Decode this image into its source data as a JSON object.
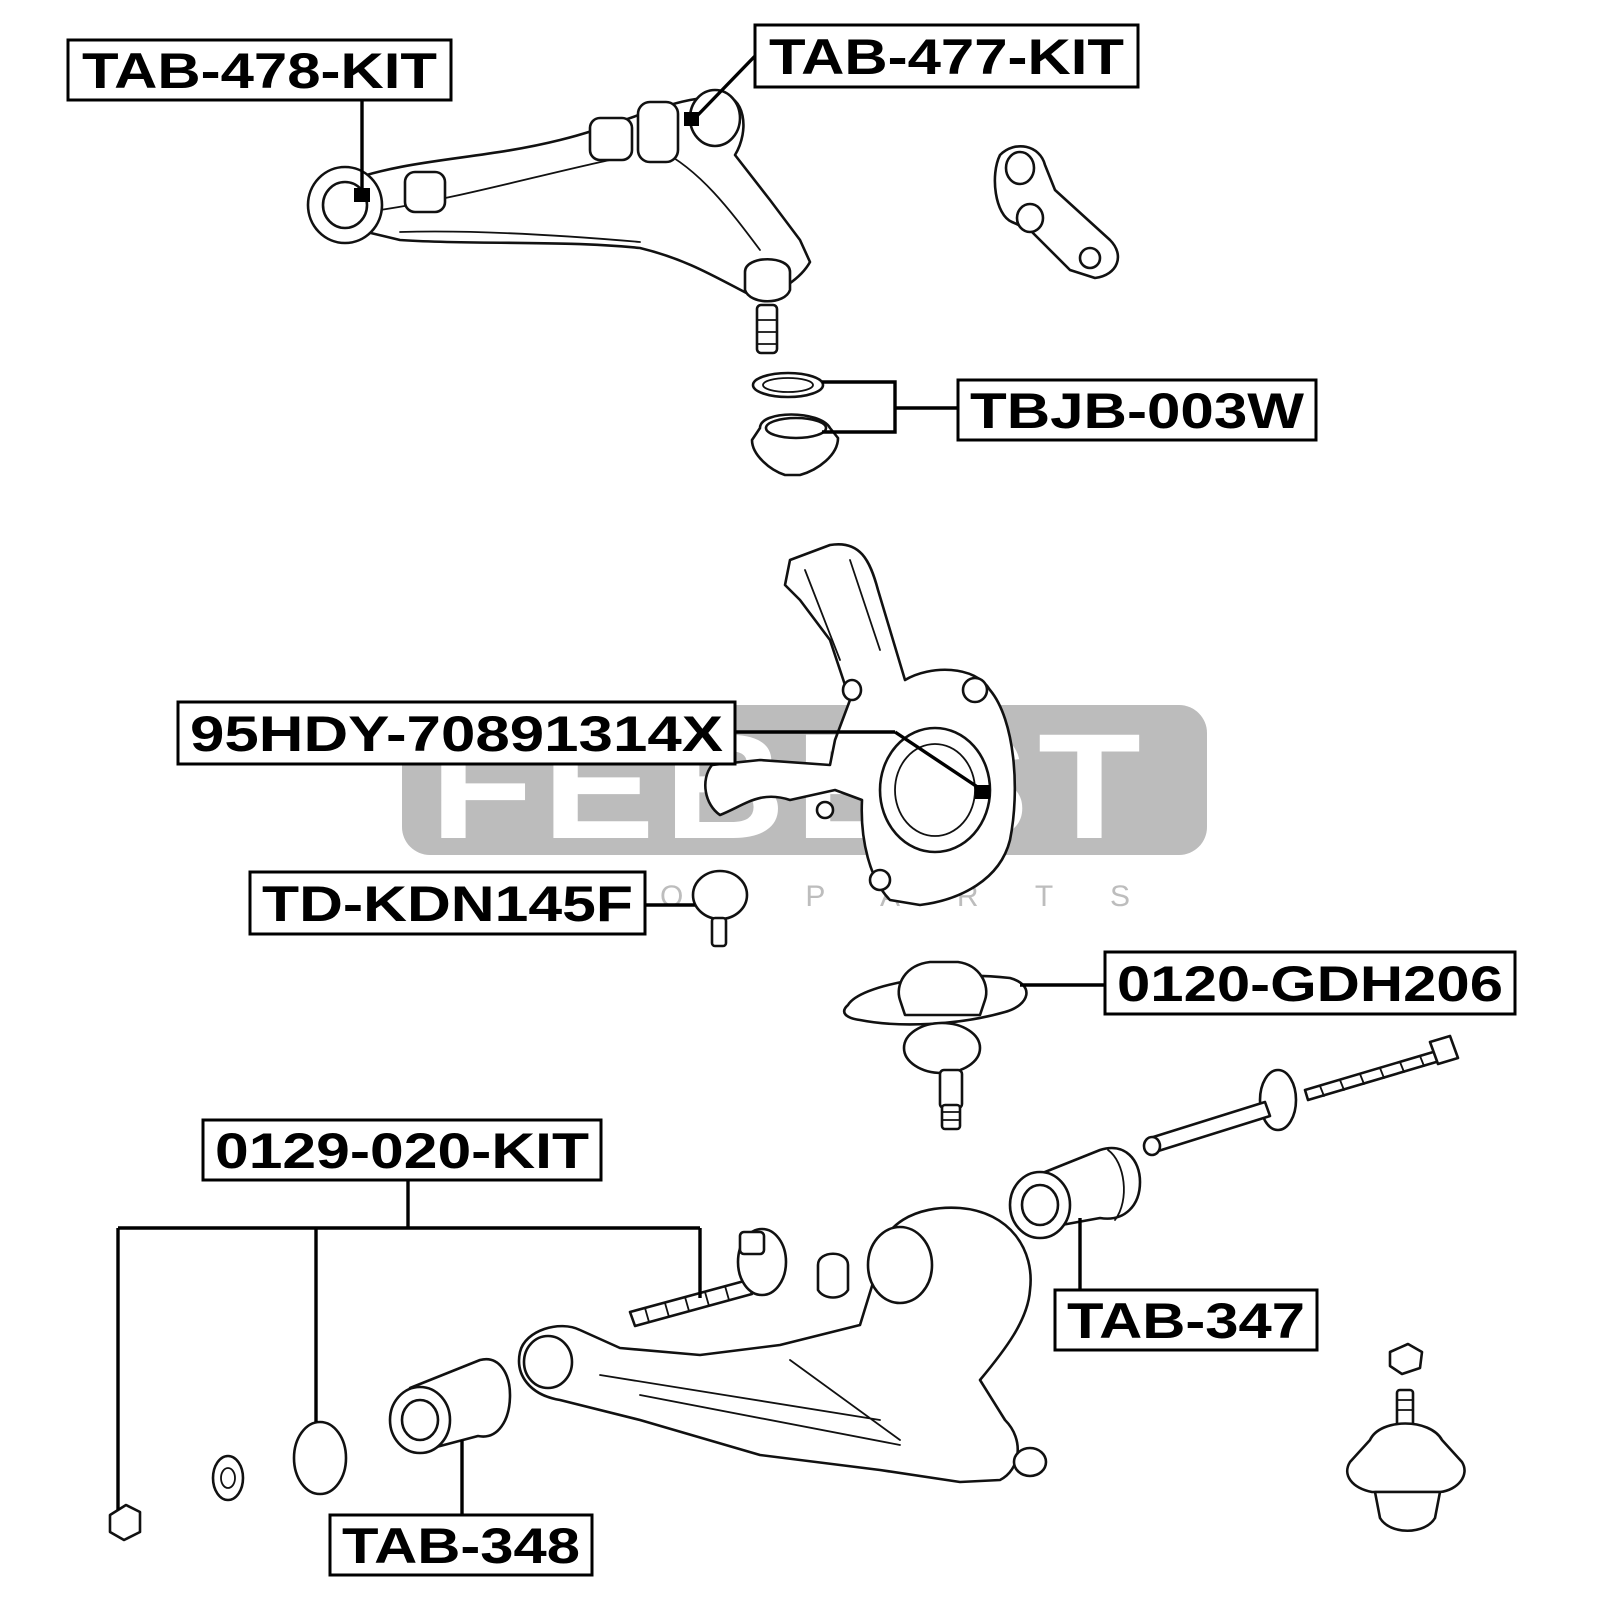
{
  "watermark": {
    "brand": "FEBEST",
    "tagline": "AUTO PARTS"
  },
  "labels": {
    "tab_478_kit": "TAB-478-KIT",
    "tab_477_kit": "TAB-477-KIT",
    "tbjb_003w": "TBJB-003W",
    "hdy_70891314x": "95HDY-70891314X",
    "td_kdn145f": "TD-KDN145F",
    "gdh206": "0120-GDH206",
    "kit_0129_020": "0129-020-KIT",
    "tab_347": "TAB-347",
    "tab_348": "TAB-348"
  }
}
